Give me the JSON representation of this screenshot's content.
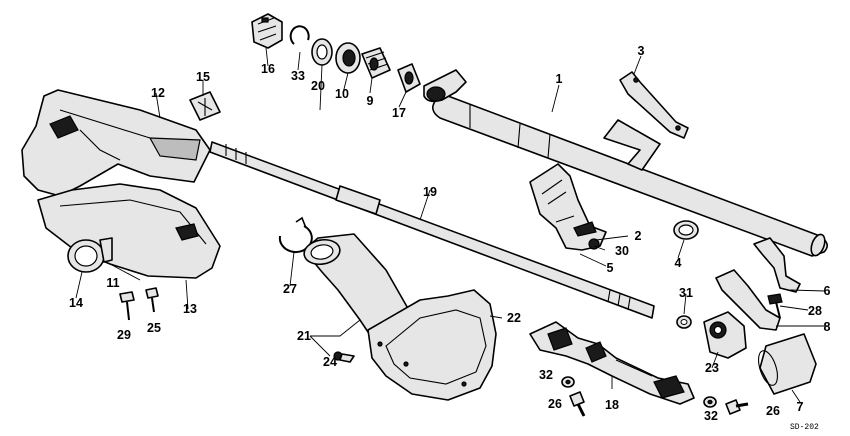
{
  "diagram": {
    "code": "SD-202",
    "callouts": {
      "c1": "1",
      "c2": "2",
      "c3": "3",
      "c4": "4",
      "c5": "5",
      "c6": "6",
      "c7": "7",
      "c8": "8",
      "c9": "9",
      "c10": "10",
      "c11": "11",
      "c12": "12",
      "c13": "13",
      "c14": "14",
      "c15": "15",
      "c16": "16",
      "c17": "17",
      "c18": "18",
      "c19": "19",
      "c20": "20",
      "c21": "21",
      "c22": "22",
      "c23": "23",
      "c24": "24",
      "c25": "25",
      "c26a": "26",
      "c26b": "26",
      "c27": "27",
      "c28": "28",
      "c29": "29",
      "c30": "30",
      "c31": "31",
      "c32a": "32",
      "c32b": "32",
      "c33": "33"
    }
  }
}
